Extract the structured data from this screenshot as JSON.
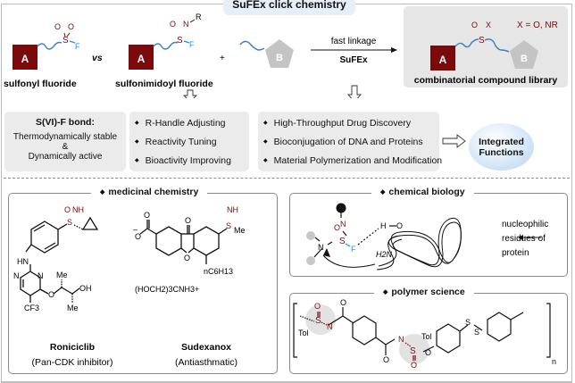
{
  "header": {
    "title": "SuFEx click chemistry"
  },
  "top": {
    "sulfonyl_fluoride": {
      "label": "sulfonyl fluoride",
      "block": "A",
      "atoms": [
        "O",
        "O",
        "S",
        "F"
      ]
    },
    "vs": "vs",
    "sulfonimidoyl_fluoride": {
      "label": "sulfonimidoyl fluoride",
      "block": "A",
      "atoms": [
        "O",
        "N",
        "R",
        "S",
        "F"
      ]
    },
    "plus": "+",
    "partner": {
      "block": "B"
    },
    "arrow": {
      "top_label": "fast linkage",
      "bottom_label": "SuFEx"
    },
    "library": {
      "label": "combinatorial compound library",
      "note": "X = O, NR",
      "atoms": [
        "O",
        "X",
        "S"
      ],
      "blocks": [
        "A",
        "B"
      ]
    }
  },
  "middle": {
    "bond_box": {
      "title": "S(VI)-F bond:",
      "lines": [
        "Thermodynamically stable",
        "&",
        "Dynamically  active"
      ]
    },
    "tuning_box": {
      "items": [
        "R-Handle Adjusting",
        "Reactivity Tuning",
        "Bioactivity Improving"
      ]
    },
    "applications_box": {
      "items": [
        "High-Throughput Drug Discovery",
        "Bioconjugation of DNA and Proteins",
        "Material Polymerization and Modification"
      ]
    },
    "result": {
      "line1": "Integrated",
      "line2": "Functions"
    }
  },
  "panels": {
    "medicinal": {
      "title": "medicinal chemistry",
      "compounds": [
        {
          "name": "Roniciclib",
          "description": "(Pan-CDK inhibitor)",
          "labels": [
            "O",
            "NH",
            "S",
            "HN",
            "N",
            "N",
            "Me",
            "O",
            "OH",
            "CF3",
            "Me"
          ]
        },
        {
          "name": "Sudexanox",
          "description": "(Antiasthmatic)",
          "labels": [
            "O",
            "O",
            "–",
            "O",
            "O",
            "NH",
            "S",
            "Me",
            "nC6H13",
            "(HOCH2)3CNH3+"
          ]
        }
      ]
    },
    "chemical_biology": {
      "title": "chemical biology",
      "labels": [
        "O",
        "N",
        "S",
        "F",
        "N",
        "H",
        "O",
        "H2N"
      ],
      "annotation": [
        "nucleophilic",
        "residues of",
        "protein"
      ]
    },
    "polymer": {
      "title": "polymer science",
      "labels": [
        "O",
        "S",
        "N",
        "Tol",
        "O",
        "O",
        "N",
        "S",
        "O",
        "Tol",
        "O",
        "S",
        "S",
        "n"
      ]
    }
  },
  "colors": {
    "dark_red": "#7b0a0a",
    "fluorine_blue": "#1e90ff",
    "chain_blue": "#3b7ec4",
    "gray_block": "#c4c4c4",
    "panel_bg": "#ebebeb",
    "header_bg": "#e6eef7"
  }
}
